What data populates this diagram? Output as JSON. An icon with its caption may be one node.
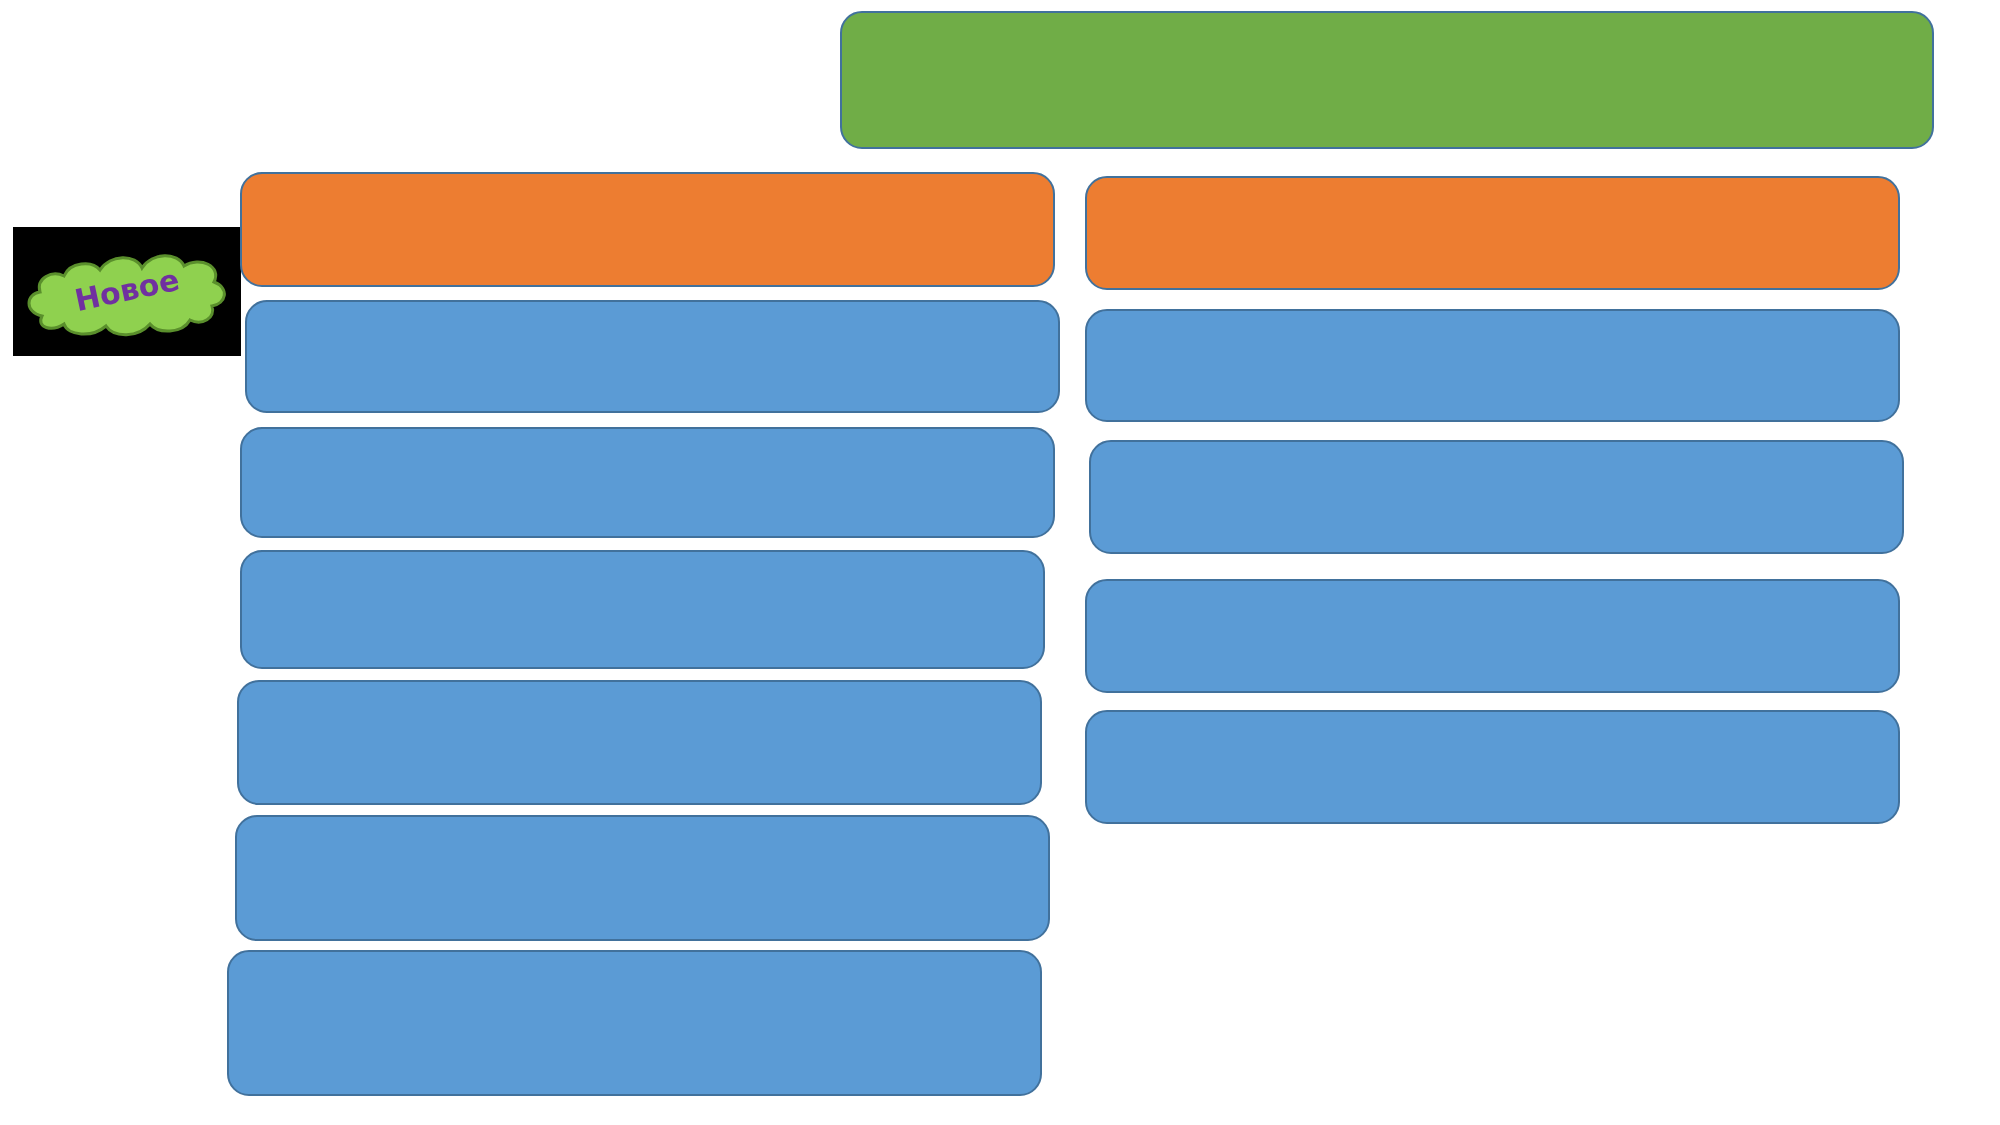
{
  "diagram": {
    "nodes": [
      {
        "text": [],
        "shape": "box"
      },
      {
        "text": [
          "Новое"
        ]
      },
      {
        "text": [],
        "shape": "box"
      },
      {
        "text": [],
        "shape": "box"
      },
      {
        "text": [],
        "shape": "box"
      },
      {
        "text": [],
        "shape": "box"
      },
      {
        "text": [],
        "shape": "box"
      },
      {
        "text": [],
        "shape": "box"
      },
      {
        "text": [],
        "shape": "box"
      },
      {
        "text": [],
        "shape": "box"
      },
      {
        "text": [],
        "shape": "box"
      },
      {
        "text": [],
        "shape": "box"
      },
      {
        "text": [],
        "shape": "box"
      },
      {
        "text": [],
        "shape": "box"
      }
    ]
  }
}
